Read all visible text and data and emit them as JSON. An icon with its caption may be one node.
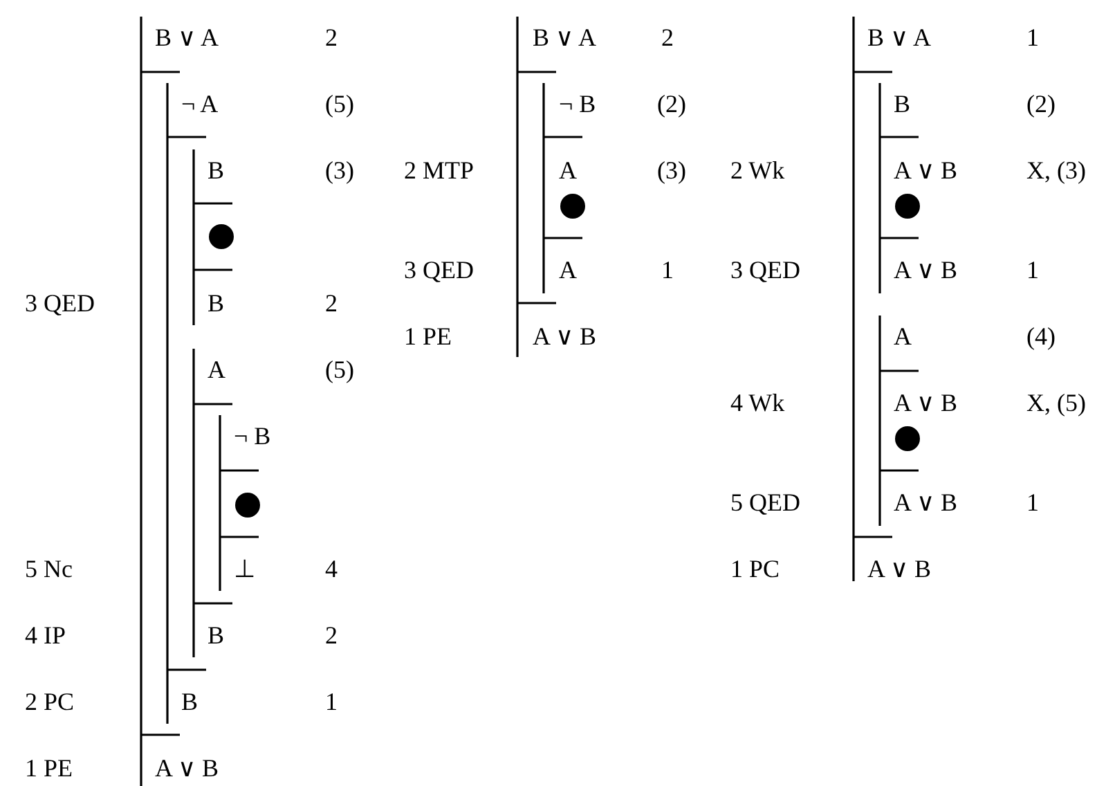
{
  "diagram": {
    "labels": [
      "B ∨ A",
      "2",
      "¬ A",
      "(5)",
      "B",
      "(3)",
      "3 QED",
      "B",
      "2",
      "A",
      "(5)",
      "¬ B",
      "5 Nc",
      "⊥",
      "4",
      "4 IP",
      "B",
      "2",
      "2 PC",
      "B",
      "1",
      "1 PE",
      "A ∨ B",
      "B ∨ A",
      "2",
      "¬ B",
      "(2)",
      "2 MTP",
      "A",
      "(3)",
      "3 QED",
      "A",
      "1",
      "1 PE",
      "A ∨ B",
      "B ∨ A",
      "1",
      "B",
      "(2)",
      "2 Wk",
      "A ∨ B",
      "X, (3)",
      "3 QED",
      "A ∨ B",
      "1",
      "A",
      "(4)",
      "4 Wk",
      "A ∨ B",
      "X, (5)",
      "5 QED",
      "A ∨ B",
      "1",
      "1 PC",
      "A ∨ B"
    ]
  }
}
